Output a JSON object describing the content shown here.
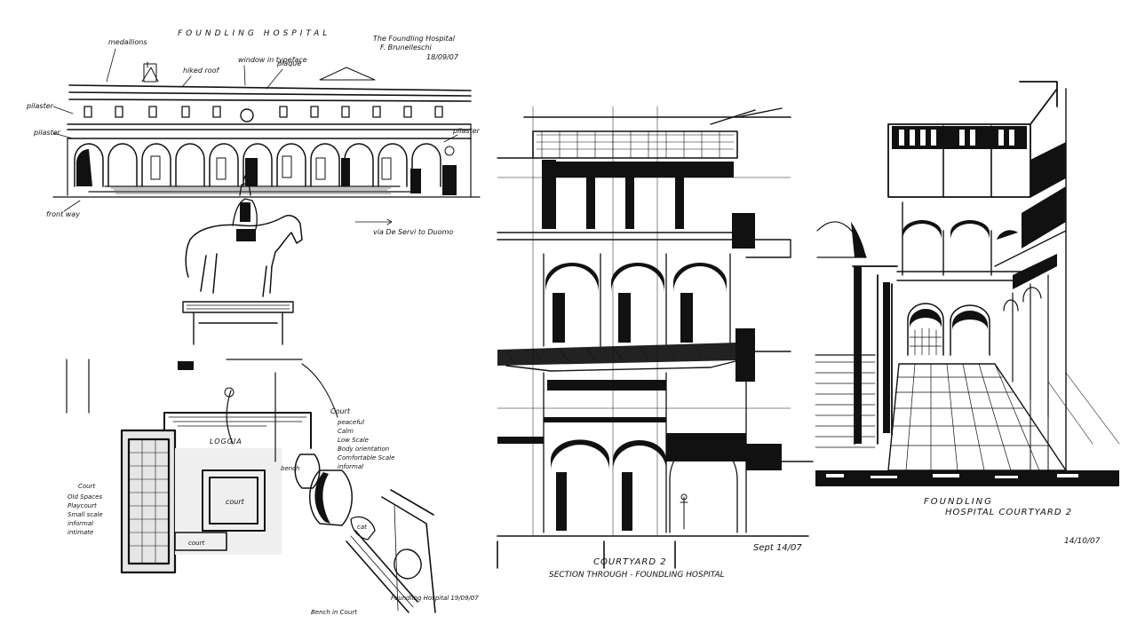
{
  "sketch1": {
    "title": "FOUNDLING HOSPITAL",
    "note_top_right": [
      "The Foundling Hospital",
      "F. Brunelleschi",
      "18/09/07"
    ],
    "labels": {
      "medallions": "medallions",
      "hiked_roof": "hiked roof",
      "window_in_typeface": "window in typeface",
      "plaque": "plaque",
      "pilaster_upper": "pilaster",
      "pilaster_lower": "pilaster",
      "pilaster_right": "pilaster",
      "front_way": "front way",
      "via_note": "via De Servi to Duomo"
    }
  },
  "sketch2": {
    "court_title": "Court",
    "court_notes": [
      "peaceful",
      "Calm",
      "Low Scale",
      "Body orientation",
      "Comfortable Scale",
      "informal"
    ],
    "court2_title": "Court",
    "court2_notes": [
      "Old Spaces",
      "Playcourt",
      "Small scale",
      "informal",
      "intimate"
    ],
    "loggia": "LOGGIA",
    "court_label": "court",
    "court_small": "court",
    "bench": "bench",
    "cat": "cat",
    "signature": "Foundling Hospital 19/09/07",
    "bench_caption": "Bench in Court"
  },
  "sketch3": {
    "date": "Sept 14/07",
    "caption_line1": "COURTYARD 2",
    "caption_line2": "SECTION THROUGH - FOUNDLING HOSPITAL"
  },
  "sketch4": {
    "caption_line1": "FOUNDLING",
    "caption_line2": "HOSPITAL COURTYARD 2",
    "date": "14/10/07"
  }
}
